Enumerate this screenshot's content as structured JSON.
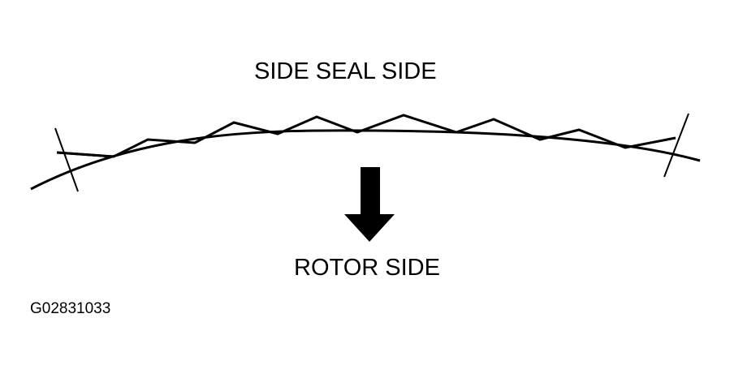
{
  "labels": {
    "top": "SIDE SEAL SIDE",
    "bottom": "ROTOR SIDE",
    "figure_code": "G02831033"
  },
  "colors": {
    "line": "#000000",
    "background": "#ffffff"
  },
  "icons": {
    "arrow": "arrow-down-icon"
  }
}
